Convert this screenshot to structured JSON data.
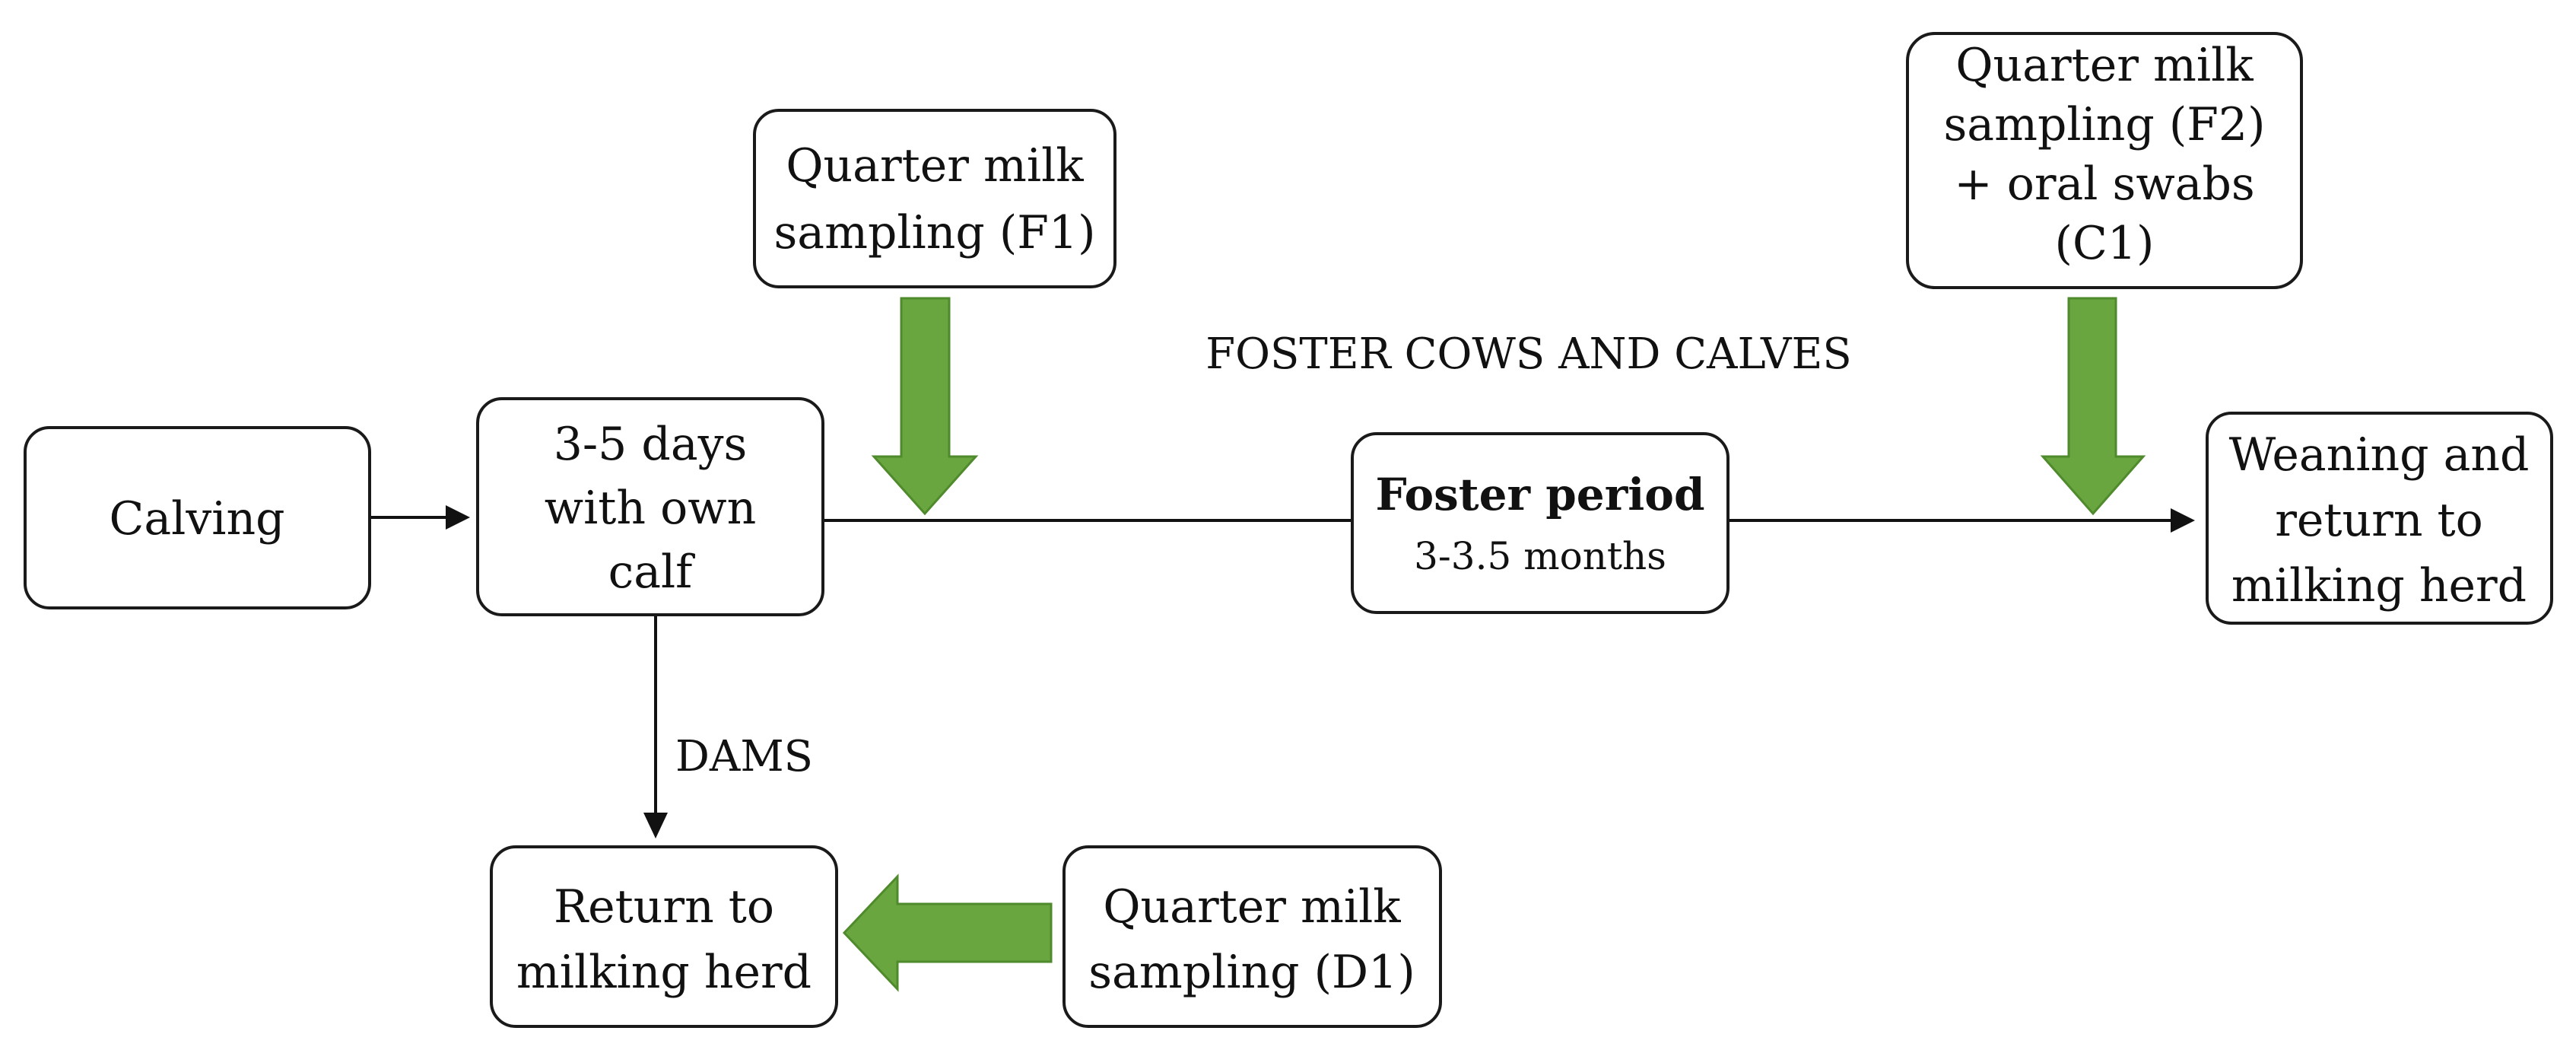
{
  "nodes": {
    "calving": {
      "lines": [
        "Calving"
      ]
    },
    "own_calf": {
      "lines": [
        "3-5 days",
        "with own",
        "calf"
      ]
    },
    "sampling_f1": {
      "lines": [
        "Quarter milk",
        "sampling (F1)"
      ]
    },
    "foster_period": {
      "title": "Foster period",
      "subtitle": "3-3.5 months"
    },
    "sampling_f2": {
      "lines": [
        "Quarter milk",
        "sampling (F2)",
        "+ oral swabs",
        "(C1)"
      ]
    },
    "weaning": {
      "lines": [
        "Weaning and",
        "return to",
        "milking herd"
      ]
    },
    "return_dams": {
      "lines": [
        "Return to",
        "milking herd"
      ]
    },
    "sampling_d1": {
      "lines": [
        "Quarter milk",
        "sampling  (D1)"
      ]
    }
  },
  "edge_labels": {
    "foster": "FOSTER COWS AND CALVES",
    "dams": "DAMS"
  },
  "colors": {
    "sampling_arrow": "#6aa63f",
    "line": "#111111"
  }
}
